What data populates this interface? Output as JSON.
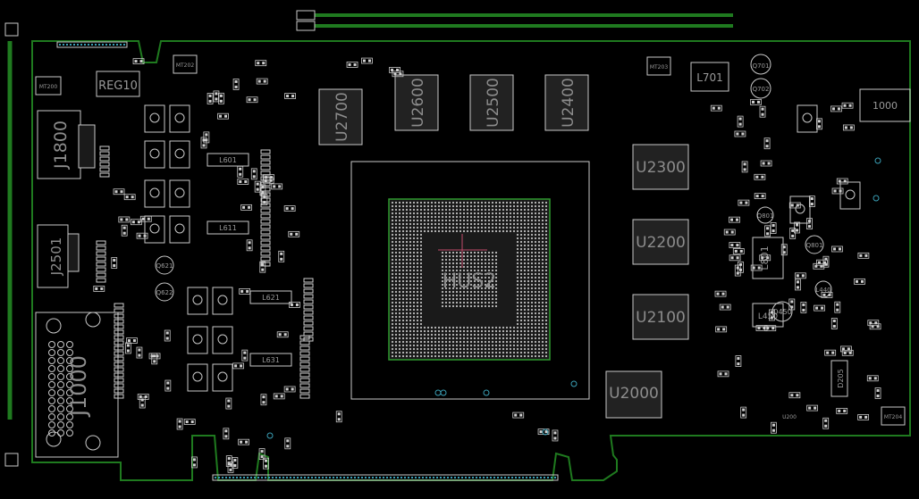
{
  "view": {
    "background": "#000000",
    "outline_color": "#1f7a1f",
    "silk_color": "#c8c8c8",
    "pad_color": "#d0d0d0",
    "cursor_color": "#c04a6a"
  },
  "board": {
    "gpu_label": "HUS2",
    "components": {
      "reg": "REG10",
      "j1800": "J1800",
      "j2501": "J2501",
      "j1000": "J1000",
      "u2700": "U2700",
      "u2600": "U2600",
      "u2500": "U2500",
      "u2400": "U2400",
      "u2300": "U2300",
      "u2200": "U2200",
      "u2100": "U2100",
      "u2000": "U2000",
      "l701": "L701",
      "l801": "L801",
      "l601": "L601",
      "l611": "L611",
      "l621": "L621",
      "l631": "L631",
      "l450": "L450",
      "q450": "Q450",
      "q801": "Q801",
      "d205": "D205",
      "mt200": "MT200",
      "mt202": "MT202",
      "mt203": "MT203",
      "mt204": "MT204",
      "q701": "Q701",
      "q702": "Q702",
      "q621": "Q621",
      "q622": "Q622",
      "q801b": "Q801",
      "l440": "L440",
      "u2001": "U200",
      "u1000": "1000"
    }
  }
}
